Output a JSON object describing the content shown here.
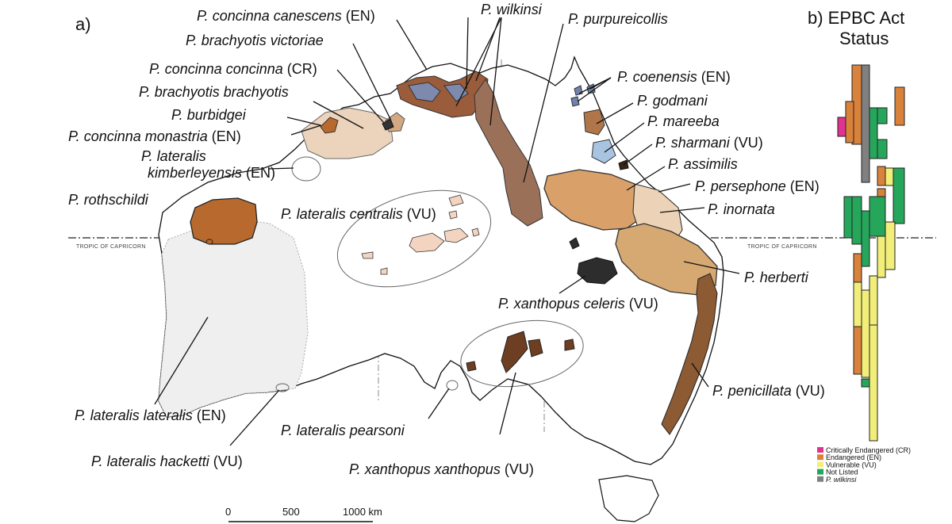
{
  "panels": {
    "a": "a)",
    "b_line1": "b) EPBC Act",
    "b_line2": "Status"
  },
  "tropic": {
    "left": "TROPIC OF CAPRICORN",
    "right": "TROPIC OF CAPRICORN"
  },
  "status_codes": {
    "EN": "(EN)",
    "CR": "(CR)",
    "VU": "(VU)"
  },
  "labels": {
    "concinna_canescens": "P. concinna canescens",
    "brachyotis_victoriae": "P. brachyotis victoriae",
    "concinna_concinna": "P. concinna concinna",
    "brachyotis_brachyotis": "P. brachyotis brachyotis",
    "burbidgei": "P. burbidgei",
    "concinna_monastria": "P. concinna monastria",
    "lateralis_kimberleyensis_1": "P. lateralis",
    "lateralis_kimberleyensis_2": "kimberleyensis",
    "rothschildi": "P. rothschildi",
    "lateralis_centralis": "P. lateralis centralis",
    "wilkinsi": "P. wilkinsi",
    "purpureicollis": "P. purpureicollis",
    "coenensis": "P. coenensis",
    "godmani": "P. godmani",
    "mareeba": "P. mareeba",
    "sharmani": "P. sharmani",
    "assimilis": "P. assimilis",
    "persephone": "P. persephone",
    "inornata": "P. inornata",
    "herberti": "P. herberti",
    "xanthopus_celeris": "P. xanthopus celeris",
    "penicillata": "P. penicillata",
    "lateralis_lateralis": "P. lateralis lateralis",
    "lateralis_hacketti": "P. lateralis hacketti",
    "lateralis_pearsoni": "P. lateralis pearsoni",
    "xanthopus_xanthopus": "P. xanthopus xanthopus"
  },
  "scale": {
    "t0": "0",
    "t1": "500",
    "t2": "1000 km"
  },
  "legend": [
    {
      "label": "Critically Endangered (CR)",
      "color": "#e0338f"
    },
    {
      "label": "Endangered (EN)",
      "color": "#d9823c"
    },
    {
      "label": "Vulnerable (VU)",
      "color": "#f2ee7a"
    },
    {
      "label": "Not Listed",
      "color": "#26a65b"
    },
    {
      "label": "P. wilkinsi",
      "color": "#808080"
    }
  ],
  "colors": {
    "land": "#ffffff",
    "coast": "#111111",
    "lateralis_fill": "#eeeeee",
    "rothschildi": "#b86a2e",
    "burbidgei": "#e9cfb6",
    "canescens": "#9a5c3a",
    "wilkinsi": "#7d89ad",
    "purpureicollis": "#9a7059",
    "godmani": "#b07548",
    "mareeba": "#a9c4e0",
    "assimilis": "#d9a06a",
    "inornata": "#ecd3b8",
    "herberti": "#d6a872",
    "celeris": "#2d2d2d",
    "xanthopus": "#6e3e22",
    "penicillata": "#8c5a33",
    "centralis": "#f3d4c0"
  }
}
